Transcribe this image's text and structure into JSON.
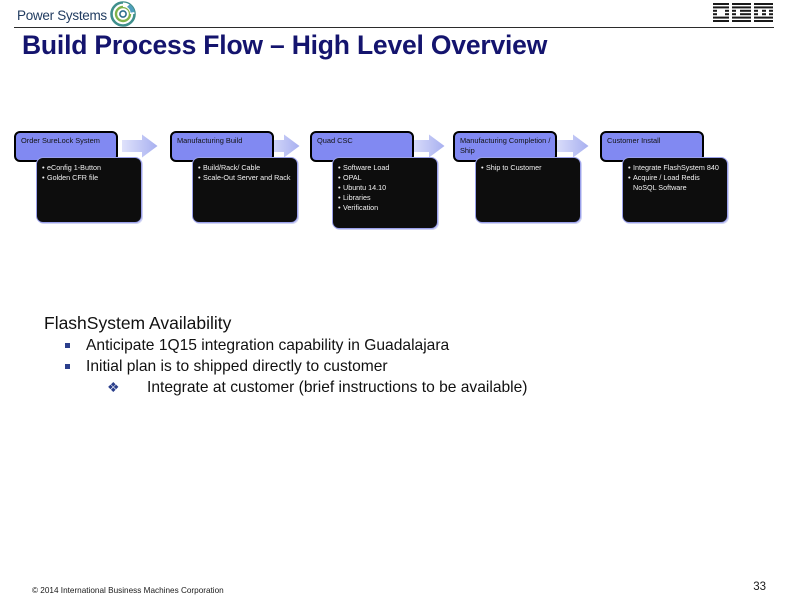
{
  "header": {
    "brand_label": "Power Systems",
    "brand_icon": "power-systems-swirl-icon",
    "vendor_logo": "ibm-logo",
    "vendor_label": "IBM"
  },
  "title": "Build Process Flow – High Level Overview",
  "flow": {
    "arrow_icon": "right-arrow-icon",
    "stages": [
      {
        "header": "Order SureLock System",
        "bullets": [
          "eConfig 1-Button",
          "Golden CFR file"
        ]
      },
      {
        "header": "Manufacturing Build",
        "bullets": [
          "Build/Rack/ Cable",
          "Scale-Out Server and Rack"
        ]
      },
      {
        "header": "Quad CSC",
        "bullets": [
          "Software Load",
          "OPAL",
          "Ubuntu 14.10",
          "Libraries",
          "Verification"
        ]
      },
      {
        "header": "Manufacturing Completion / Ship",
        "bullets": [
          "Ship to Customer"
        ]
      },
      {
        "header": "Customer Install",
        "bullets": [
          "Integrate FlashSystem 840",
          "Acquire / Load Redis NoSQL Software"
        ]
      }
    ]
  },
  "content": {
    "heading": "FlashSystem Availability",
    "level1_bullets": [
      "Anticipate 1Q15 integration capability in Guadalajara",
      "Initial plan is to shipped directly to customer"
    ],
    "level2_bullets": [
      "Integrate at customer (brief instructions to be available)"
    ],
    "level2_marker": "❖"
  },
  "footer": {
    "copyright": "© 2014 International Business Machines Corporation",
    "page_number": "33"
  },
  "colors": {
    "title": "#14146e",
    "stage_header_bg": "#8189f2",
    "stage_body_bg": "#0d0d0d",
    "arrow": "#b9bff5",
    "bullet_blue": "#2b3f8c"
  }
}
